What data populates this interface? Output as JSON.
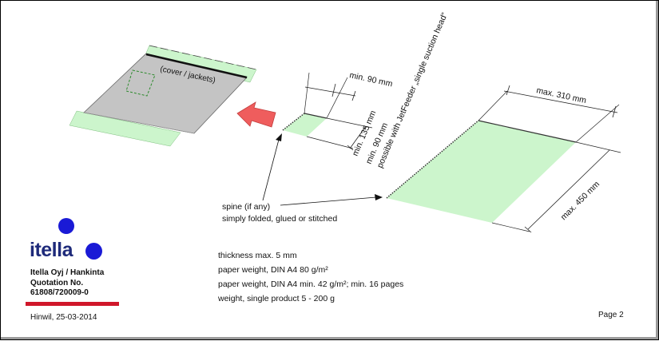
{
  "diagram": {
    "cover_label": "(cover / jackets)",
    "dim_min_90": "min. 90 mm",
    "dim_min_135": "min. 135 mm",
    "dim_min_90_jet": "min. 90 mm",
    "jetfeeder_note": "possible with JetFeeder „single suction head“",
    "dim_max_310": "max. 310 mm",
    "dim_max_450": "max. 450 mm",
    "spine_line1": "spine (if any)",
    "spine_line2": "simply folded, glued or stitched",
    "colors": {
      "green": "#ccf5cc",
      "gray": "#c4c4c4",
      "arrow": "#ef5d5d",
      "logo_blue": "#1a1ad6",
      "bar_red": "#d0172a"
    }
  },
  "specs": [
    "thickness max. 5 mm",
    "paper weight, DIN A4 80 g/m²",
    "paper weight, DIN A4 min. 42 g/m²; min. 16 pages",
    "weight, single product 5 - 200 g"
  ],
  "company": {
    "logo_text": "itella",
    "line1": "Itella Oyj / Hankinta",
    "line2": "Quotation No.",
    "line3": "61808/720009-0"
  },
  "footer": {
    "place_date": "Hinwil, 25-03-2014",
    "page": "Page 2"
  }
}
